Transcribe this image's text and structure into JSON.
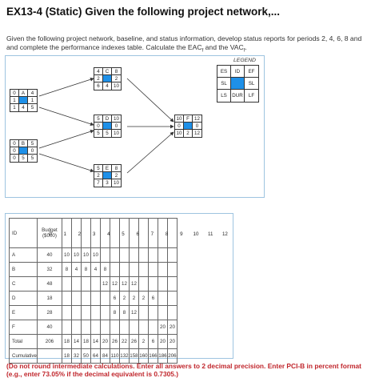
{
  "title": "EX13-4 (Static) Given the following project network,...",
  "intro": {
    "text_a": "Given the following project network, baseline, and status information, develop status reports for periods 2, 4, 6, 8 and and complete the performance indexes table. Calculate the EAC",
    "sub_a": "f",
    "text_b": " and the VAC",
    "sub_b": "f",
    "text_c": "."
  },
  "legend": {
    "label": "LEGEND",
    "cells": [
      "ES",
      "ID",
      "EF",
      "SL",
      "",
      "SL",
      "LS",
      "DUR",
      "LF"
    ]
  },
  "nodes": [
    {
      "id": "A",
      "cells": [
        "0",
        "A",
        "4",
        "1",
        "",
        "1",
        "1",
        "4",
        "5"
      ]
    },
    {
      "id": "B",
      "cells": [
        "0",
        "B",
        "5",
        "0",
        "",
        "0",
        "0",
        "5",
        "5"
      ]
    },
    {
      "id": "C",
      "cells": [
        "4",
        "C",
        "8",
        "2",
        "",
        "2",
        "6",
        "4",
        "10"
      ]
    },
    {
      "id": "D",
      "cells": [
        "5",
        "D",
        "10",
        "0",
        "",
        "0",
        "5",
        "5",
        "10"
      ]
    },
    {
      "id": "E",
      "cells": [
        "5",
        "E",
        "8",
        "2",
        "",
        "2",
        "7",
        "3",
        "10"
      ]
    },
    {
      "id": "F",
      "cells": [
        "10",
        "F",
        "12",
        "0",
        "",
        "0",
        "10",
        "2",
        "12"
      ]
    }
  ],
  "table": {
    "col_id": "ID",
    "col_budget_line1": "Budget",
    "col_budget_line2": "($000)",
    "ticks": [
      "0",
      "1",
      "2",
      "3",
      "4",
      "5",
      "6",
      "7",
      "8",
      "9",
      "10",
      "11",
      "12"
    ],
    "rows": [
      {
        "id": "A",
        "budget": "40",
        "values": [
          "10",
          "10",
          "10",
          "10",
          "",
          "",
          "",
          "",
          "",
          "",
          "",
          ""
        ]
      },
      {
        "id": "B",
        "budget": "32",
        "values": [
          "8",
          "4",
          "8",
          "4",
          "8",
          "",
          "",
          "",
          "",
          "",
          "",
          ""
        ]
      },
      {
        "id": "C",
        "budget": "48",
        "values": [
          "",
          "",
          "",
          "",
          "12",
          "12",
          "12",
          "12",
          "",
          "",
          "",
          ""
        ]
      },
      {
        "id": "D",
        "budget": "18",
        "values": [
          "",
          "",
          "",
          "",
          "",
          "6",
          "2",
          "2",
          "2",
          "6",
          "",
          ""
        ]
      },
      {
        "id": "E",
        "budget": "28",
        "values": [
          "",
          "",
          "",
          "",
          "",
          "8",
          "8",
          "12",
          "",
          "",
          "",
          ""
        ]
      },
      {
        "id": "F",
        "budget": "40",
        "values": [
          "",
          "",
          "",
          "",
          "",
          "",
          "",
          "",
          "",
          "",
          "20",
          "20"
        ]
      },
      {
        "id": "Total",
        "budget": "206",
        "values": [
          "18",
          "14",
          "18",
          "14",
          "20",
          "26",
          "22",
          "26",
          "2",
          "6",
          "20",
          "20"
        ]
      },
      {
        "id": "Cumulative",
        "budget": "",
        "values": [
          "18",
          "32",
          "50",
          "64",
          "84",
          "110",
          "132",
          "158",
          "160",
          "166",
          "186",
          "206"
        ]
      }
    ]
  },
  "note": "(Do not round intermediate calculations. Enter all answers to 2 decimal precision. Enter PCI-B in percent format (e.g., enter 73.05% if the decimal equivalent is 0.7305.)",
  "colors": {
    "node_fill": "#1e90e8",
    "panel_border": "#9ec4e0",
    "note": "#c0262c"
  }
}
